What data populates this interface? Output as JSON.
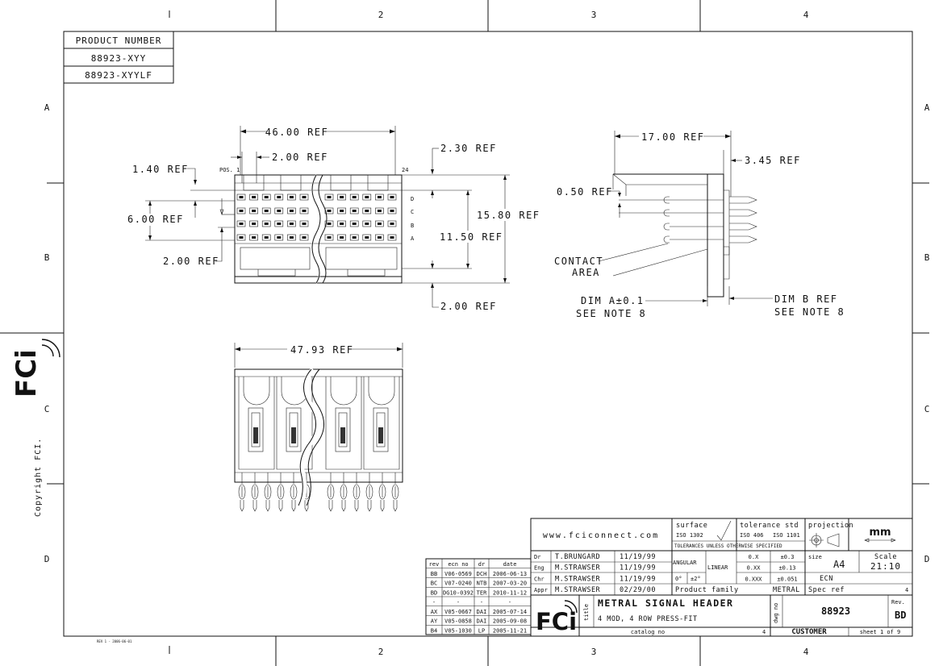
{
  "grid": {
    "columns": [
      "1",
      "2",
      "3",
      "4"
    ],
    "rows": [
      "A",
      "B",
      "C",
      "D"
    ]
  },
  "product_number": {
    "title": "PRODUCT NUMBER",
    "parts": [
      "88923-XYY",
      "88923-XYYLF"
    ]
  },
  "front_view": {
    "dims": {
      "overall_width": "46.00 REF",
      "pitch": "2.00 REF",
      "offset_x": "1.40 REF",
      "row_span": "6.00 REF",
      "row_pitch": "2.00 REF",
      "top_gap": "2.30 REF",
      "height": "15.80 REF",
      "pin_height": "11.50 REF",
      "bottom_gap": "2.00 REF"
    },
    "pos1": "POS. 1",
    "pos_last": "24",
    "rows": [
      "D",
      "C",
      "B",
      "A"
    ]
  },
  "side_view": {
    "dims": {
      "depth": "17.00 REF",
      "tail": "3.45 REF",
      "flange": "0.50 REF",
      "contact_area": [
        "CONTACT",
        "AREA"
      ],
      "dim_a": [
        "DIM A±0.1",
        "SEE NOTE 8"
      ],
      "dim_b": [
        "DIM B REF",
        "SEE NOTE 8"
      ]
    }
  },
  "bottom_view": {
    "dims": {
      "overall_width": "47.93 REF"
    }
  },
  "side_text": {
    "logo": "FCi",
    "copyright": "Copyright FCI."
  },
  "title_block": {
    "website": "www.fciconnect.com",
    "surface_label": "surface",
    "surface_std": "ISO 1302",
    "tolerance_label": "tolerance std",
    "tolerance_std": [
      "ISO 406",
      "ISO 1101"
    ],
    "tolerance_note": "TOLERANCES UNLESS OTHERWISE SPECIFIED",
    "projection_label": "projection",
    "units": "mm",
    "people": [
      {
        "role": "Dr",
        "name": "T.BRUNGARD",
        "date": "11/19/99"
      },
      {
        "role": "Eng",
        "name": "M.STRAWSER",
        "date": "11/19/99"
      },
      {
        "role": "Chr",
        "name": "M.STRAWSER",
        "date": "11/19/99"
      },
      {
        "role": "Appr",
        "name": "M.STRAWSER",
        "date": "02/29/00"
      }
    ],
    "angular_label": "ANGULAR",
    "angular": [
      "0°",
      "±2°"
    ],
    "linear_label": "LINEAR",
    "linear": [
      [
        "0.X",
        "±0.3"
      ],
      [
        "0.XX",
        "±0.13"
      ],
      [
        "0.XXX",
        "±0.051"
      ]
    ],
    "size_label": "size",
    "size": "A4",
    "scale_label": "Scale",
    "scale": "21:10",
    "ecn_label": "ECN",
    "product_family_label": "Product family",
    "product_family": "METRAL",
    "spec_ref_label": "Spec ref",
    "spec_ref_value": "4",
    "title_label": "title",
    "title": "METRAL SIGNAL HEADER",
    "subtitle": "4 MOD, 4 ROW PRESS-FIT",
    "dwg_label": "dwg no",
    "dwg_no": "88923",
    "rev_label": "Rev.",
    "rev": "BD",
    "catalog_label": "catalog no",
    "catalog_value": "4",
    "customer": "CUSTOMER",
    "sheet": "sheet 1 of 9"
  },
  "revisions": {
    "headers": [
      "rev",
      "ecn no",
      "dr",
      "date"
    ],
    "rows": [
      [
        "BB",
        "V06-0569",
        "DCH",
        "2006-06-13"
      ],
      [
        "BC",
        "V07-0240",
        "NTB",
        "2007-03-20"
      ],
      [
        "BD",
        "DG10-0392",
        "TER",
        "2010-11-12"
      ],
      [
        "-",
        "-",
        "-",
        "-"
      ],
      [
        "AX",
        "V05-0667",
        "DAI",
        "2005-07-14"
      ],
      [
        "AY",
        "V05-0858",
        "DAI",
        "2005-09-08"
      ],
      [
        "B4",
        "V05-1030",
        "LP",
        "2005-11-21"
      ]
    ]
  },
  "footer_note": "REV 1 - 2006-06-01"
}
